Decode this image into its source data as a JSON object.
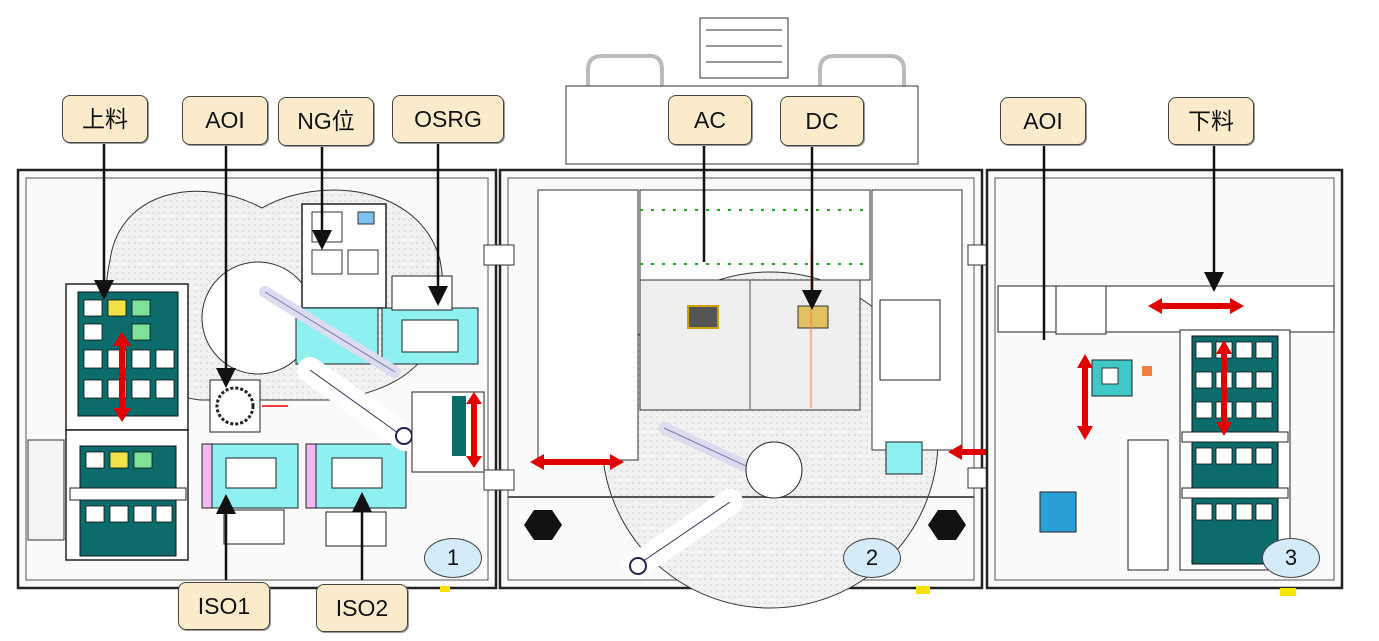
{
  "diagram": {
    "type": "equipment-layout",
    "colors": {
      "callout_fill": "#fdeccb",
      "callout_border": "#444444",
      "station_badge_fill": "#d4ecfa",
      "motion_arrow": "#e00000",
      "fixture_cyan": "#8ef0f0",
      "fixture_pink": "#efb8ef",
      "tray_teal": "#0c6b6b",
      "tray_green": "#7fe09a",
      "tray_yellow": "#f2e24a",
      "frame_line": "#222222",
      "table_fill": "#eeeeee",
      "foot_yellow": "#f5e400"
    },
    "callouts_top": [
      {
        "id": "loading",
        "label": "上料"
      },
      {
        "id": "aoi-1",
        "label": "AOI"
      },
      {
        "id": "ng-position",
        "label": "NG位"
      },
      {
        "id": "osrg",
        "label": "OSRG"
      },
      {
        "id": "ac",
        "label": "AC"
      },
      {
        "id": "dc",
        "label": "DC"
      },
      {
        "id": "aoi-2",
        "label": "AOI"
      },
      {
        "id": "unloading",
        "label": "下料"
      }
    ],
    "callouts_bottom": [
      {
        "id": "iso1",
        "label": "ISO1"
      },
      {
        "id": "iso2",
        "label": "ISO2"
      }
    ],
    "stations": [
      {
        "id": "station-1",
        "label": "1"
      },
      {
        "id": "station-2",
        "label": "2"
      },
      {
        "id": "station-3",
        "label": "3"
      }
    ]
  }
}
